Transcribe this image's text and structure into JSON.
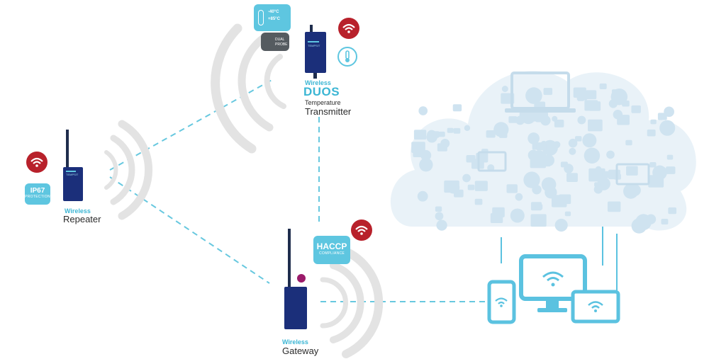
{
  "repeater": {
    "label_small": "Wireless",
    "label_main": "Repeater",
    "badge_main": "IP67",
    "badge_sub": "PROTECTION"
  },
  "transmitter": {
    "label_small": "Wireless",
    "label_duos": "DUOS",
    "label_line2": "Temperature",
    "label_line3": "Transmitter",
    "temp_high": "+85°C",
    "temp_low": "-40°C",
    "probe_line1": "DUAL",
    "probe_line2": "PROBE"
  },
  "gateway": {
    "label_small": "Wireless",
    "label_main": "Gateway",
    "badge_main": "HACCP",
    "badge_sub": "COMPLIANCE"
  },
  "device_brand": "TEMPSIT",
  "colors": {
    "accent": "#3cb6d4",
    "device": "#1b2f7a",
    "wifi_red": "#b8212b",
    "cloud": "#cfe3f0",
    "waves": "#e3e3e3"
  },
  "icons": [
    "wifi-icon",
    "thermometer-icon",
    "cloud-icon",
    "monitor-icon",
    "phone-icon",
    "tablet-icon"
  ]
}
